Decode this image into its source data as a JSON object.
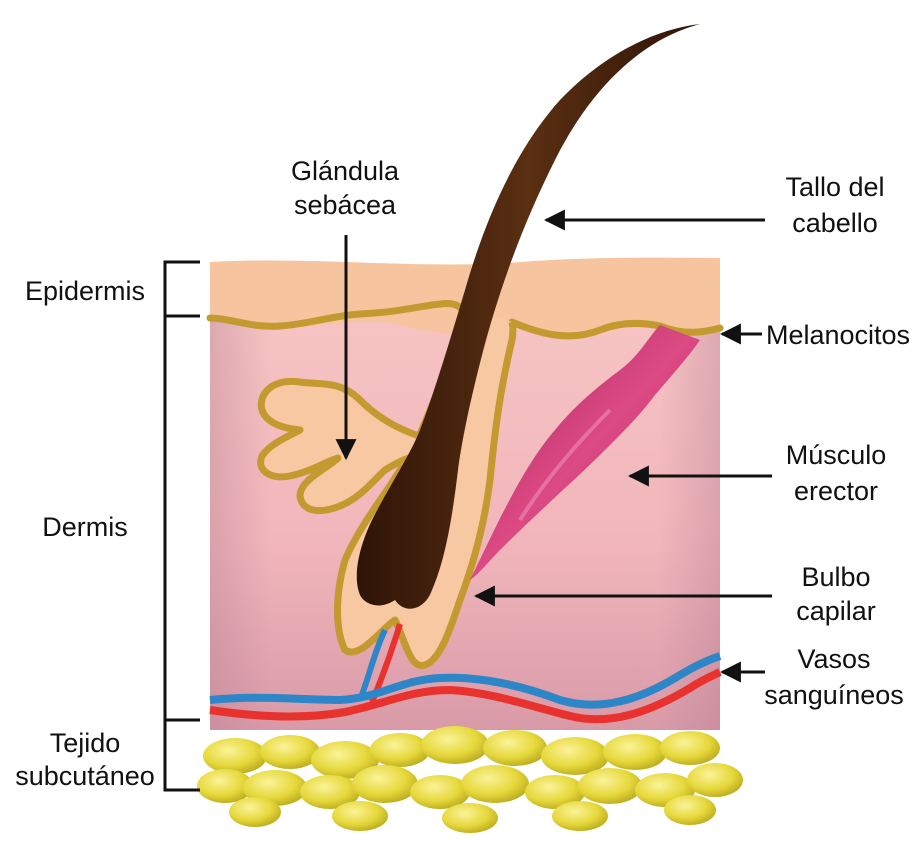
{
  "labels": {
    "epidermis": "Epidermis",
    "dermis": "Dermis",
    "subcutaneous_line1": "Tejido",
    "subcutaneous_line2": "subcutáneo",
    "sebaceous_line1": "Glándula",
    "sebaceous_line2": "sebácea",
    "shaft_line1": "Tallo del",
    "shaft_line2": "cabello",
    "melanocytes": "Melanocitos",
    "muscle_line1": "Músculo",
    "muscle_line2": "erector",
    "bulb_line1": "Bulbo",
    "bulb_line2": "capilar",
    "vessels_line1": "Vasos",
    "vessels_line2": "sanguíneos"
  },
  "colors": {
    "epidermis": "#f7c7a0",
    "dermis": "#f3b9bd",
    "outline": "#c39a30",
    "gland_fill": "#f8c8a2",
    "hair": "#4a2610",
    "muscle": "#c8306c",
    "vein": "#2d86c8",
    "artery": "#e8322e",
    "fat": "#e9dc3a",
    "text": "#111111"
  }
}
